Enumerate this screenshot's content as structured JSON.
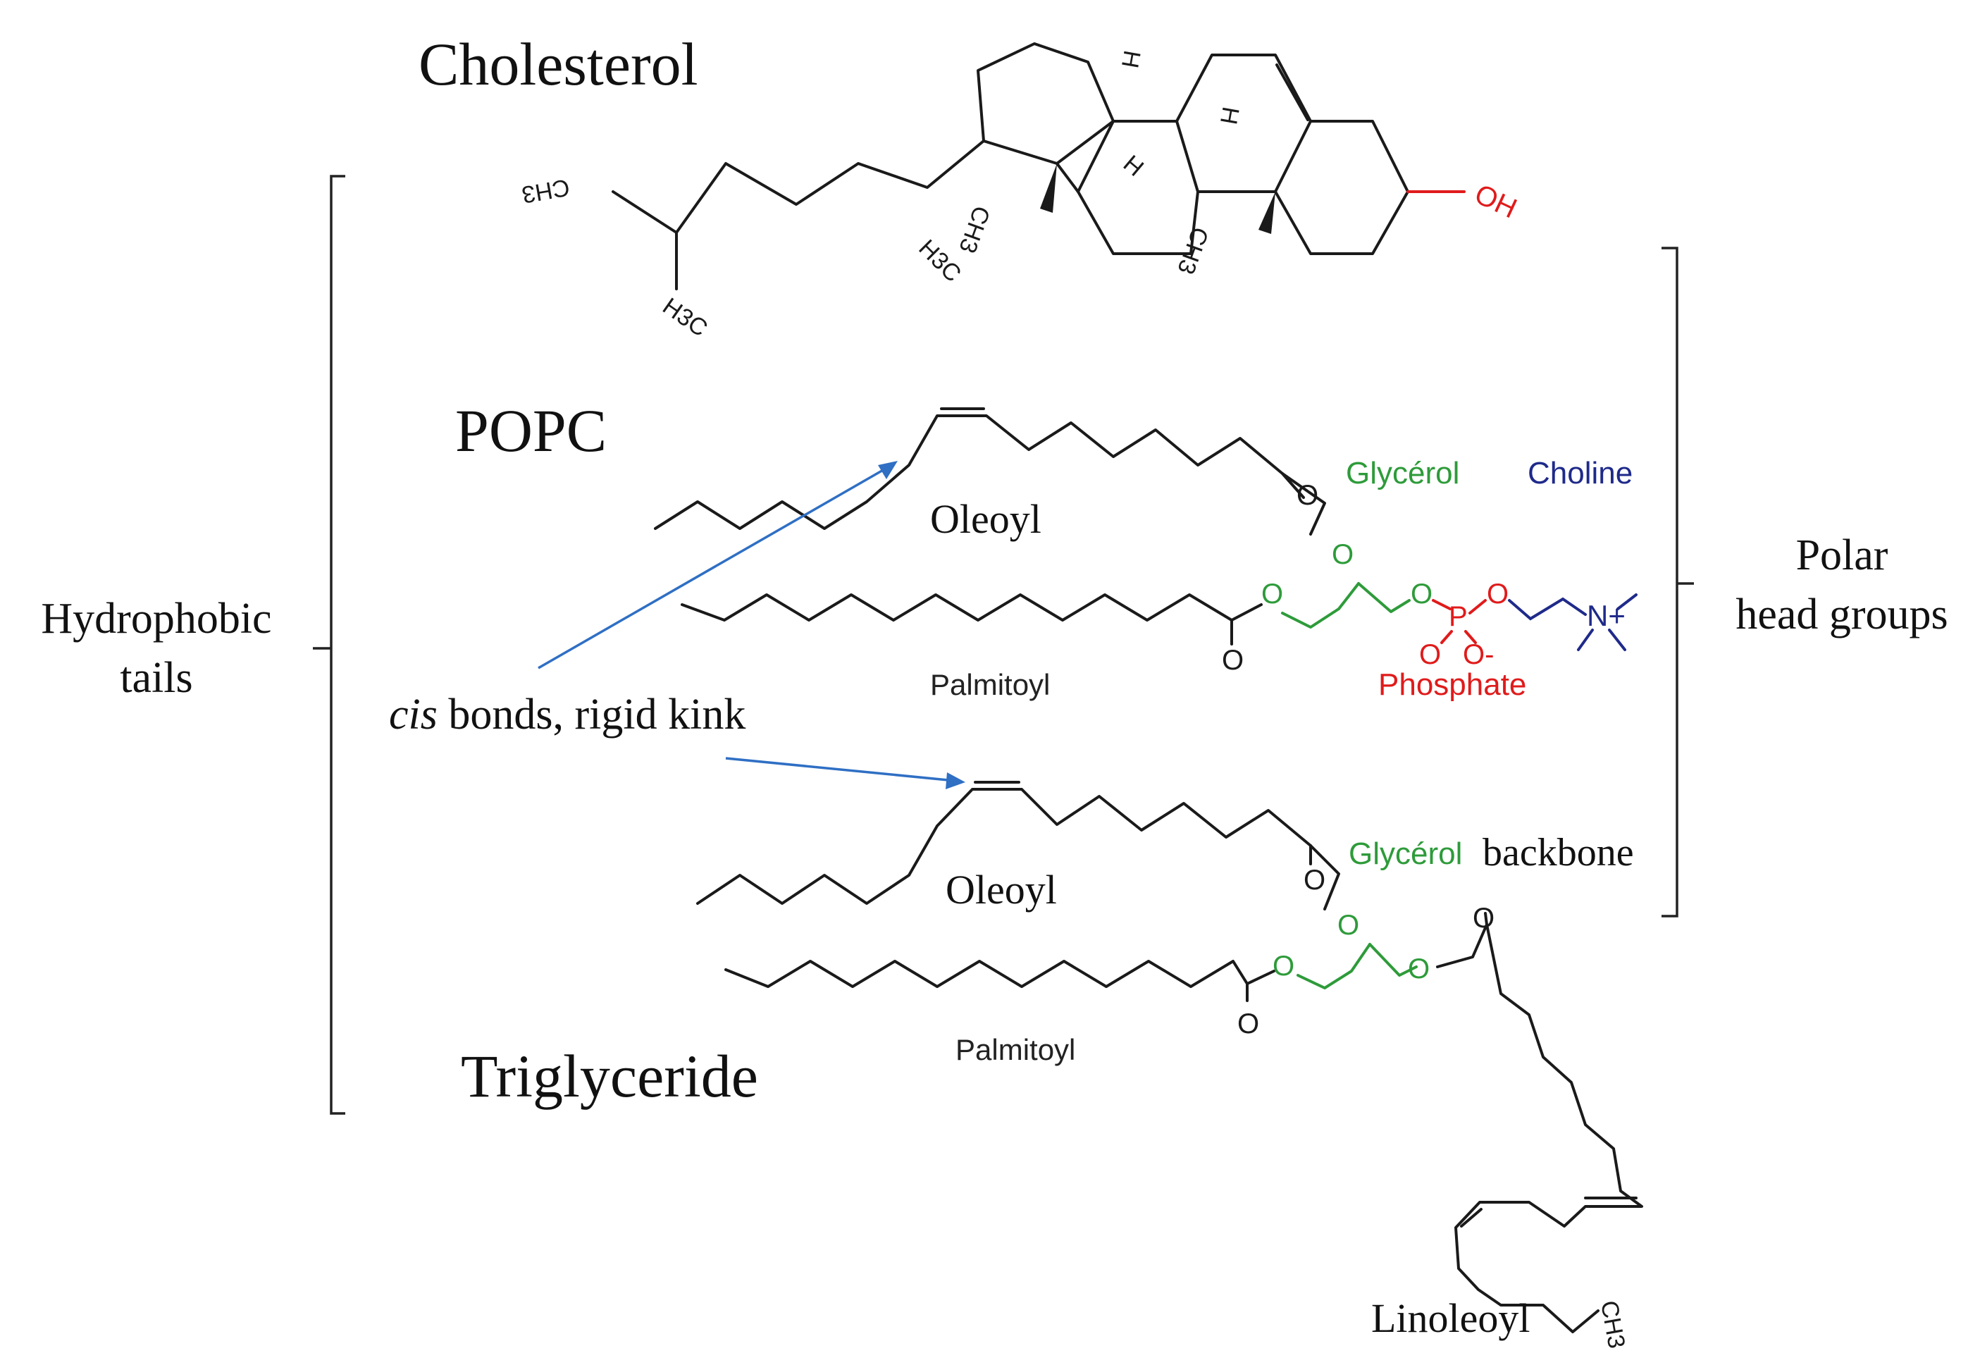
{
  "labels": {
    "cholesterol": "Cholesterol",
    "popc": "POPC",
    "triglyceride": "Triglyceride",
    "hydrophobic_line1": "Hydrophobic",
    "hydrophobic_line2": "tails",
    "polar_line1": "Polar",
    "polar_line2": "head groups",
    "cis_italic": "cis",
    "cis_rest": " bonds, rigid kink",
    "oleoyl_popc": "Oleoyl",
    "palmitoyl_popc": "Palmitoyl",
    "oleoyl_tg": "Oleoyl",
    "palmitoyl_tg": "Palmitoyl",
    "linoleoyl": "Linoleoyl",
    "glycerol_popc": "Glycérol",
    "choline": "Choline",
    "phosphate": "Phosphate",
    "glycerol_tg": "Glycérol",
    "backbone": "backbone"
  },
  "atoms": {
    "oh": "OH",
    "ch3": "CH3",
    "h3c": "H3C",
    "h": "H",
    "o": "O",
    "o_minus": "O-",
    "p": "P",
    "n_plus": "N+"
  },
  "colors": {
    "glycerol": "#2e9b3a",
    "choline": "#1f2a8a",
    "phosphate": "#e01b1b",
    "arrow": "#2f6fc4",
    "hydroxyl": "#e01b1b"
  }
}
